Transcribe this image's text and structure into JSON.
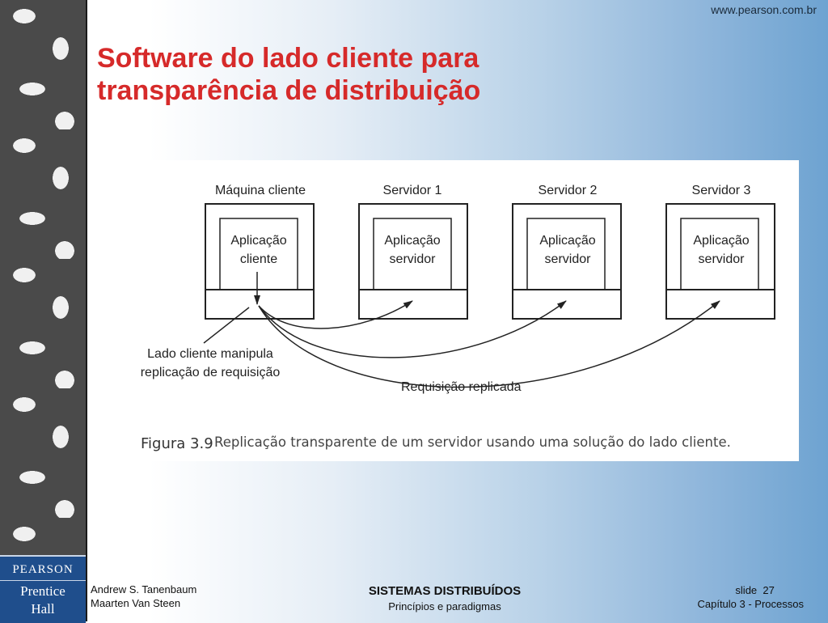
{
  "url": "www.pearson.com.br",
  "title_line1": "Software do lado cliente para",
  "title_line2": "transparência de distribuição",
  "logo": {
    "line1": "PEARSON",
    "line2": "Prentice",
    "line3": "Hall"
  },
  "figure": {
    "machines": [
      {
        "heading": "Máquina cliente",
        "app_line1": "Aplicação",
        "app_line2": "cliente"
      },
      {
        "heading": "Servidor 1",
        "app_line1": "Aplicação",
        "app_line2": "servidor"
      },
      {
        "heading": "Servidor 2",
        "app_line1": "Aplicação",
        "app_line2": "servidor"
      },
      {
        "heading": "Servidor 3",
        "app_line1": "Aplicação",
        "app_line2": "servidor"
      }
    ],
    "annotation_line1": "Lado cliente manipula",
    "annotation_line2": "replicação de requisição",
    "request_label": "Requisição replicada",
    "caption_label": "Figura 3.9",
    "caption_text": "Replicação transparente de um servidor usando uma solução do lado cliente."
  },
  "footer": {
    "author1": "Andrew S. Tanenbaum",
    "author2": "Maarten Van Steen",
    "book_title": "SISTEMAS DISTRIBUÍDOS",
    "book_subtitle": "Princípios e paradigmas",
    "slide_label": "slide",
    "slide_number": "27",
    "chapter": "Capítulo 3 - Processos"
  }
}
